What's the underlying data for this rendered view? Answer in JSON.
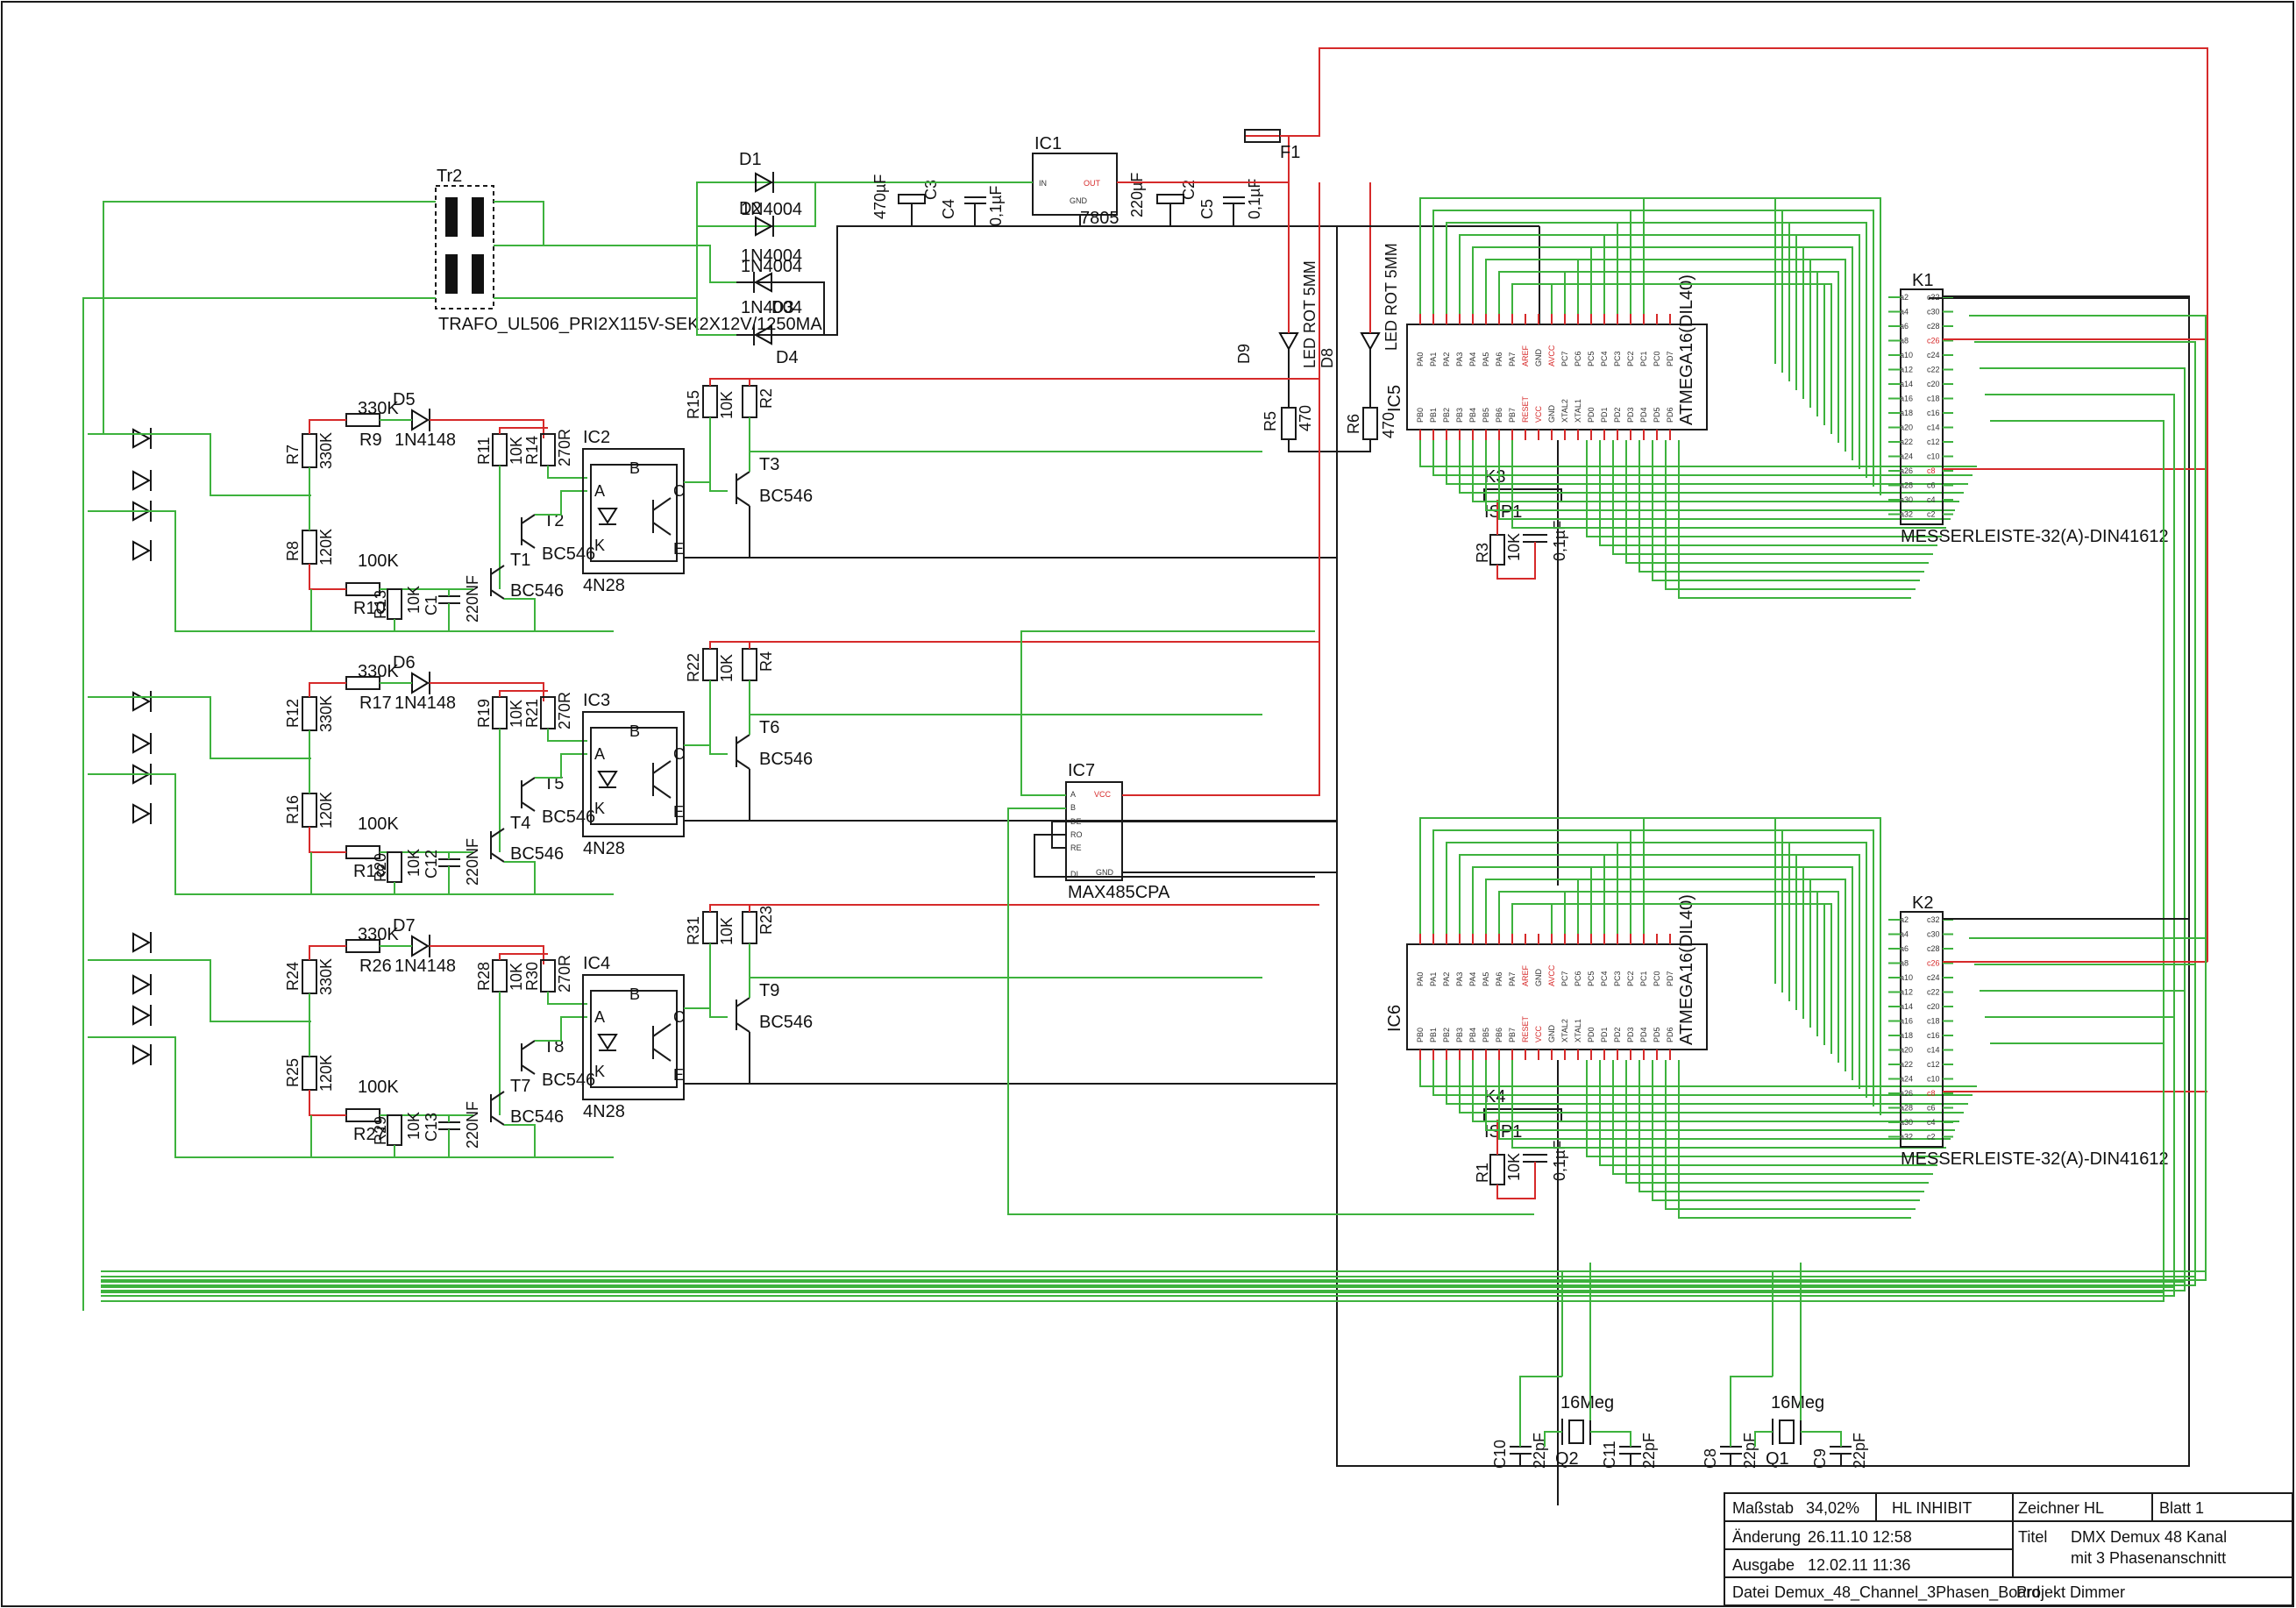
{
  "power": {
    "transformer": {
      "ref": "Tr2",
      "value": "TRAFO_UL506_PRI2X115V-SEK2X12V/1250MA"
    },
    "diodes": [
      {
        "ref": "D1",
        "value": "1N4004"
      },
      {
        "ref": "D2",
        "value": "1N4004"
      },
      {
        "ref": "D3",
        "value": "1N4004"
      },
      {
        "ref": "D4",
        "value": "1N4004"
      }
    ],
    "regulator": {
      "ref": "IC1",
      "value": "7805",
      "pin_in": "IN",
      "pin_out": "OUT",
      "pin_gnd": "GND"
    },
    "caps": [
      {
        "ref": "C3",
        "value": "470µF"
      },
      {
        "ref": "C4",
        "value": "0,1µF"
      },
      {
        "ref": "C2",
        "value": "220µF"
      },
      {
        "ref": "C5",
        "value": "0,1µF"
      }
    ],
    "fuse": {
      "ref": "F1"
    },
    "leds": [
      {
        "ref": "D9",
        "value": "LED ROT 5MM"
      },
      {
        "ref": "D8",
        "value": "LED ROT 5MM"
      }
    ],
    "led_resistors": [
      {
        "ref": "R5",
        "value": "470"
      },
      {
        "ref": "R6",
        "value": "470"
      }
    ]
  },
  "channels": [
    {
      "rin": "R7",
      "rin_v": "330K",
      "rb": "R8",
      "rb_v": "120K",
      "r9": "R9",
      "r9_v": "330K",
      "d": "D5",
      "d_v": "1N4148",
      "r10": "R10",
      "r10_v": "100K",
      "r13": "R13",
      "r13_v": "10K",
      "c": "C1",
      "c_v": "220NF",
      "ra": "R11",
      "ra_v": "10K",
      "rb2": "R14",
      "rb2_v": "270R",
      "t1": "T1",
      "t2": "T2",
      "t_v": "BC546",
      "ic": "IC2",
      "ic_v": "4N28",
      "rc1": "R15",
      "rc1_v": "10K",
      "rc2": "R2",
      "t3": "T3",
      "t3_v": "BC546"
    },
    {
      "rin": "R12",
      "rin_v": "330K",
      "rb": "R16",
      "rb_v": "120K",
      "r9": "R17",
      "r9_v": "330K",
      "d": "D6",
      "d_v": "1N4148",
      "r10": "R18",
      "r10_v": "100K",
      "r13": "R20",
      "r13_v": "10K",
      "c": "C12",
      "c_v": "220NF",
      "ra": "R19",
      "ra_v": "10K",
      "rb2": "R21",
      "rb2_v": "270R",
      "t1": "T4",
      "t2": "T5",
      "t_v": "BC546",
      "ic": "IC3",
      "ic_v": "4N28",
      "rc1": "R22",
      "rc1_v": "10K",
      "rc2": "R4",
      "t3": "T6",
      "t3_v": "BC546"
    },
    {
      "rin": "R24",
      "rin_v": "330K",
      "rb": "R25",
      "rb_v": "120K",
      "r9": "R26",
      "r9_v": "330K",
      "d": "D7",
      "d_v": "1N4148",
      "r10": "R27",
      "r10_v": "100K",
      "r13": "R29",
      "r13_v": "10K",
      "c": "C13",
      "c_v": "220NF",
      "ra": "R28",
      "ra_v": "10K",
      "rb2": "R30",
      "rb2_v": "270R",
      "t1": "T7",
      "t2": "T8",
      "t_v": "BC546",
      "ic": "IC4",
      "ic_v": "4N28",
      "rc1": "R31",
      "rc1_v": "10K",
      "rc2": "R23",
      "t3": "T9",
      "t3_v": "BC546"
    }
  ],
  "optocoupler_pins": {
    "a": "A",
    "k": "K",
    "b": "B",
    "c": "C",
    "e": "E"
  },
  "rs485": {
    "ref": "IC7",
    "value": "MAX485CPA",
    "pins": [
      "A",
      "B",
      "DE",
      "RO",
      "RE",
      "DI"
    ],
    "vcc": "VCC",
    "gnd": "GND"
  },
  "mcus": [
    {
      "ref": "IC5",
      "value": "ATMEGA16(DIL40)",
      "isp": "ISP1",
      "header": "K3",
      "r": "R3",
      "r_v": "10K",
      "c": "0,1µF"
    },
    {
      "ref": "IC6",
      "value": "ATMEGA16(DIL40)",
      "isp": "ISP1",
      "header": "K4",
      "r": "R1",
      "r_v": "10K",
      "c": "0,1µF"
    }
  ],
  "mcu_top_pins": [
    "PA0",
    "PA1",
    "PA2",
    "PA3",
    "PA4",
    "PA5",
    "PA6",
    "PA7",
    "AREF",
    "GND",
    "AVCC",
    "PC7",
    "PC6",
    "PC5",
    "PC4",
    "PC3",
    "PC2",
    "PC1",
    "PC0",
    "PD7"
  ],
  "mcu_bottom_pins": [
    "PB0",
    "PB1",
    "PB2",
    "PB3",
    "PB4",
    "PB5",
    "PB6",
    "PB7",
    "RESET",
    "VCC",
    "GND",
    "XTAL2",
    "XTAL1",
    "PD0",
    "PD1",
    "PD2",
    "PD3",
    "PD4",
    "PD5",
    "PD6"
  ],
  "connectors": [
    {
      "ref": "K1",
      "value": "MESSERLEISTE-32(A)-DIN41612"
    },
    {
      "ref": "K2",
      "value": "MESSERLEISTE-32(A)-DIN41612"
    }
  ],
  "connector_pins_a": [
    "a2",
    "a4",
    "a6",
    "a8",
    "a10",
    "a12",
    "a14",
    "a16",
    "a18",
    "a20",
    "a22",
    "a24",
    "a26",
    "a28",
    "a30",
    "a32"
  ],
  "connector_pins_c": [
    "c32",
    "c30",
    "c28",
    "c26",
    "c24",
    "c22",
    "c20",
    "c18",
    "c16",
    "c14",
    "c12",
    "c10",
    "c8",
    "c6",
    "c4",
    "c2"
  ],
  "crystals": [
    {
      "ref": "Q2",
      "value": "16Meg",
      "c_left": "C10",
      "c_right": "C11",
      "c_v": "22pF"
    },
    {
      "ref": "Q1",
      "value": "16Meg",
      "c_left": "C8",
      "c_right": "C9",
      "c_v": "22pF"
    }
  ],
  "title_block": {
    "massstab_label": "Maßstab",
    "massstab": "34,02%",
    "hl": "HL INHIBIT",
    "zeichner": "Zeichner HL",
    "blatt": "Blatt 1",
    "aenderung_label": "Änderung",
    "aenderung": "26.11.10  12:58",
    "ausgabe_label": "Ausgabe",
    "ausgabe": "12.02.11  11:36",
    "titel_label": "Titel",
    "titel1": "DMX Demux 48 Kanal",
    "titel2": "mit 3 Phasenanschnitt",
    "datei_label": "Datei",
    "datei": "Demux_48_Channel_3Phasen_Board",
    "projekt": "Projekt Dimmer"
  }
}
